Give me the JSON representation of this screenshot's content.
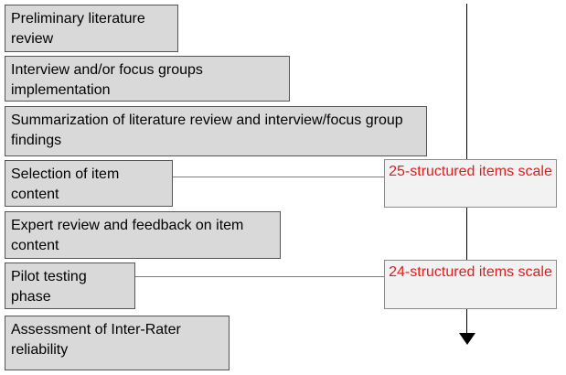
{
  "steps": [
    {
      "label": "Preliminary literature review"
    },
    {
      "label": "Interview and/or focus groups implementation"
    },
    {
      "label": "Summarization of literature review and interview/focus group findings"
    },
    {
      "label": "Selection of item content"
    },
    {
      "label": "Expert review and feedback on item content"
    },
    {
      "label": "Pilot testing phase"
    },
    {
      "label": "Assessment of Inter-Rater reliability"
    }
  ],
  "outputs": [
    {
      "label": "25-structured items scale"
    },
    {
      "label": "24-structured items scale"
    }
  ],
  "colors": {
    "output_text": "#e31b1b",
    "box_fill": "#d9d9d9",
    "output_fill": "#f2f2f2"
  }
}
